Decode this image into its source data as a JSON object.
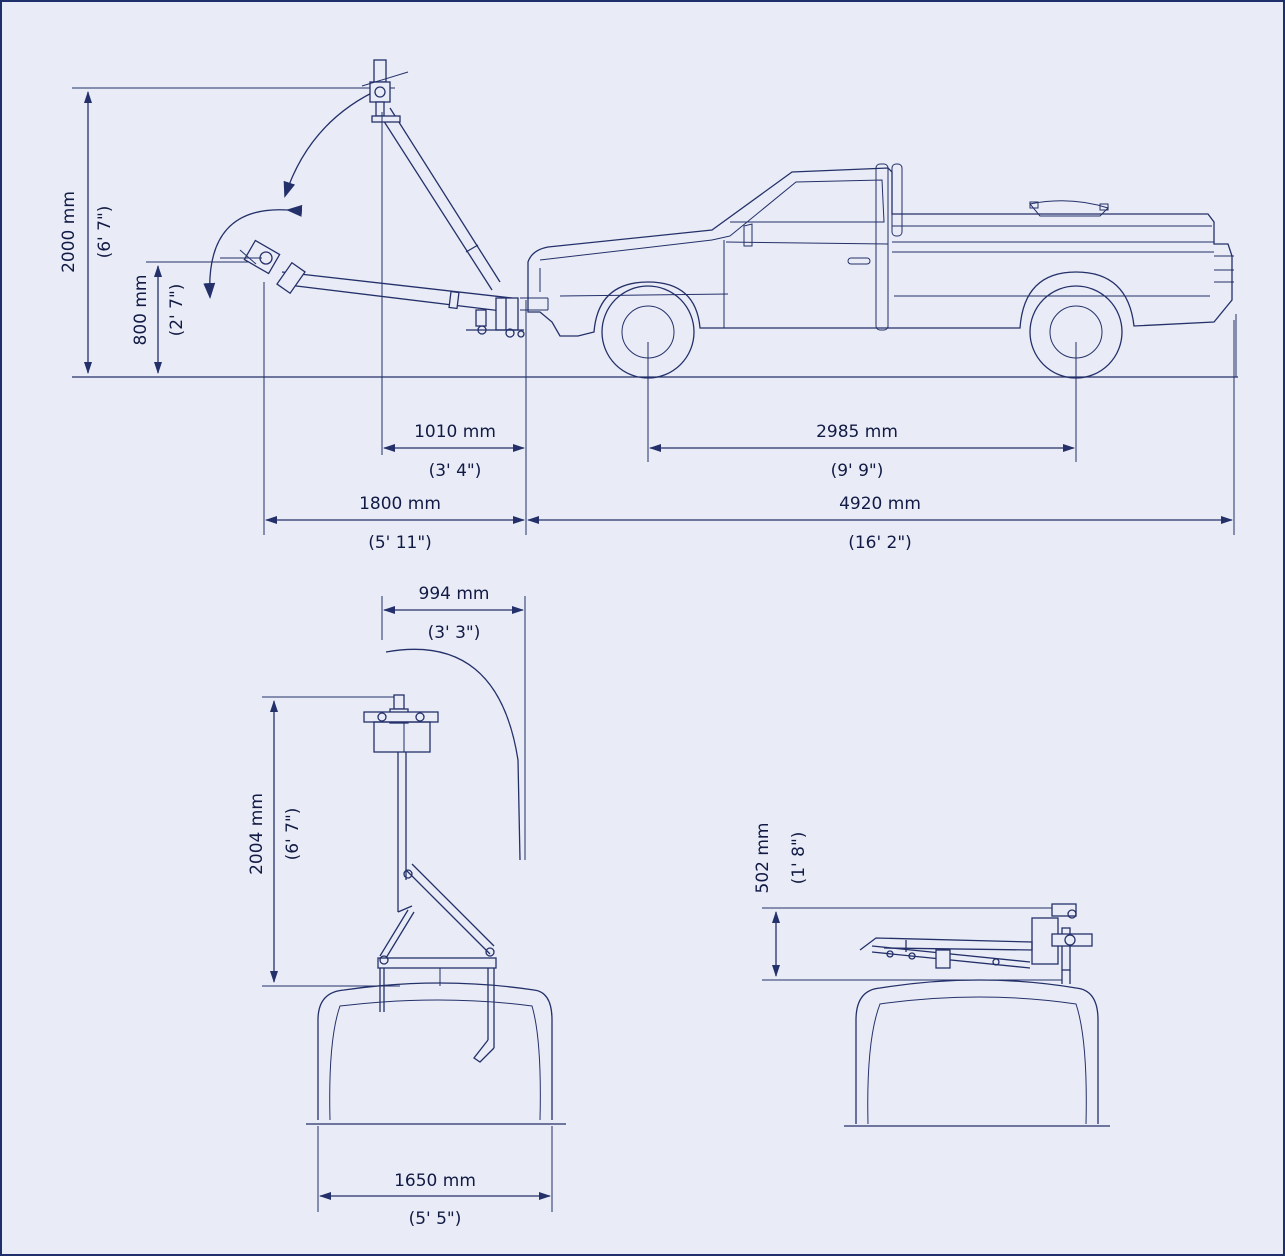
{
  "colors": {
    "line": "#24306a",
    "background": "#e9ecf6",
    "border": "#1f2f6b",
    "text": "#111a44"
  },
  "side_view": {
    "height_total_mm": "2000 mm",
    "height_total_ft": "(6' 7\")",
    "height_low_mm": "800 mm",
    "height_low_ft": "(2' 7\")",
    "reach_mm": "1010 mm",
    "reach_ft": "(3' 4\")",
    "wheelbase_mm": "2985 mm",
    "wheelbase_ft": "(9' 9\")",
    "overhang_mm": "1800 mm",
    "overhang_ft": "(5' 11\")",
    "vehicle_length_mm": "4920 mm",
    "vehicle_length_ft": "(16' 2\")"
  },
  "front_view_raised": {
    "height_mm": "2004 mm",
    "height_ft": "(6' 7\")",
    "sweep_mm": "994 mm",
    "sweep_ft": "(3' 3\")",
    "width_mm": "1650 mm",
    "width_ft": "(5' 5\")"
  },
  "front_view_stowed": {
    "height_mm": "502 mm",
    "height_ft": "(1' 8\")"
  }
}
